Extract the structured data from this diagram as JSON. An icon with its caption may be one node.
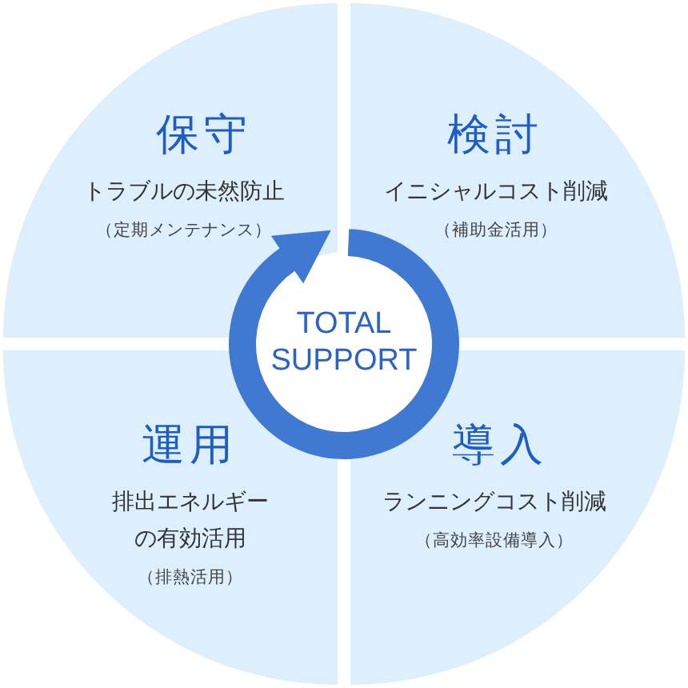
{
  "diagram": {
    "nodes": [
      {
        "text": [
          "保守",
          "トラブルの未然防止",
          "（定期メンテナンス）"
        ]
      },
      {
        "text": [
          "検討",
          "イニシャルコスト削減",
          "（補助金活用）"
        ]
      },
      {
        "text": [
          "TOTAL SUPPORT"
        ]
      },
      {
        "text": [
          "運用",
          "排出エネルギーの有効活用",
          "（排熱活用）"
        ]
      },
      {
        "text": [
          "導入",
          "ランニングコスト削減",
          "（高効率設備導入）"
        ]
      }
    ]
  }
}
